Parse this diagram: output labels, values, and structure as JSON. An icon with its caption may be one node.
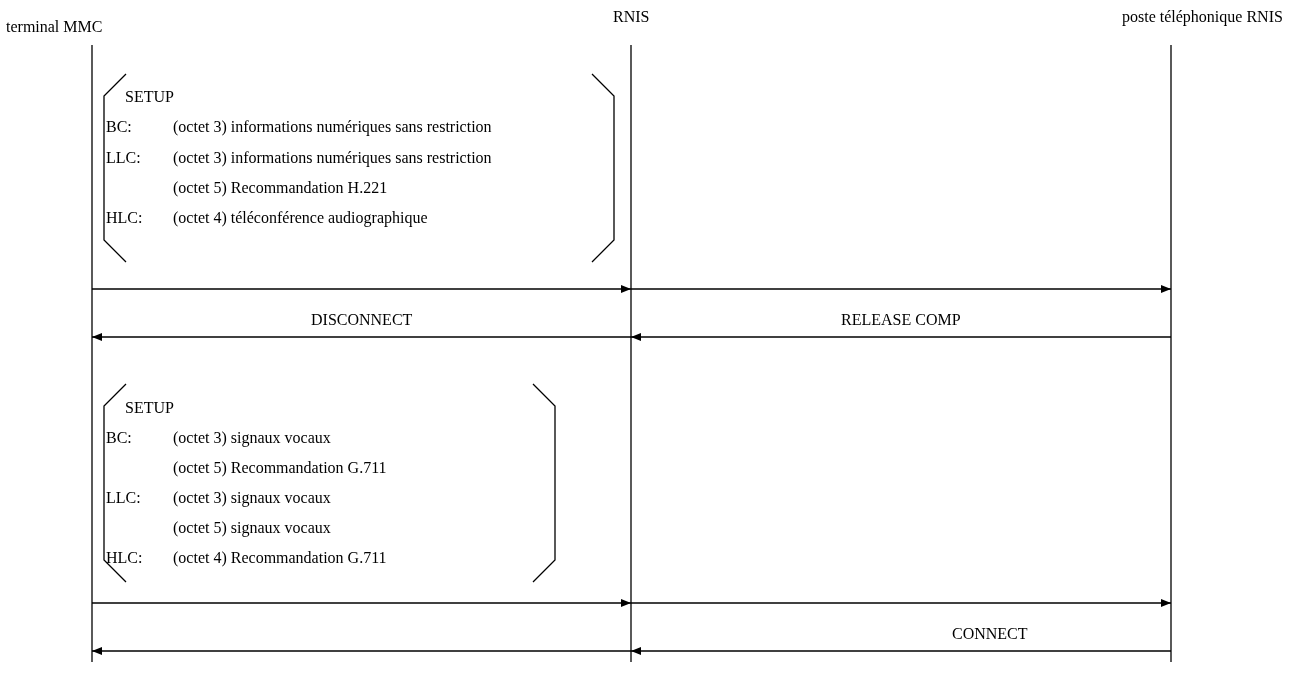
{
  "diagram": {
    "nodes": [
      {
        "text": [
          "terminal MMC"
        ]
      },
      {
        "text": [
          "RNIS"
        ]
      },
      {
        "text": [
          "poste téléphonique RNIS"
        ]
      }
    ],
    "edges": [
      {
        "from": 0,
        "to": 1,
        "arrow": "to"
      },
      {
        "from": 1,
        "to": 2,
        "arrow": "to"
      },
      {
        "from": 1,
        "to": 0,
        "arrow": "to",
        "label": "DISCONNECT"
      },
      {
        "from": 2,
        "to": 1,
        "arrow": "to",
        "label": "RELEASE COMP"
      },
      {
        "from": 0,
        "to": 1,
        "arrow": "to"
      },
      {
        "from": 1,
        "to": 2,
        "arrow": "to"
      },
      {
        "from": 1,
        "to": 0,
        "arrow": "to"
      },
      {
        "from": 2,
        "to": 1,
        "arrow": "to",
        "label": "CONNECT"
      }
    ],
    "labels": [
      "SETUP",
      "BC:",
      "(octet 3) informations numériques sans restriction",
      "LLC:",
      "(octet 3) informations numériques sans restriction",
      "(octet 5) Recommandation H.221",
      "HLC:",
      "(octet 4) téléconférence audiographique",
      "SETUP",
      "BC:",
      "(octet 3) signaux vocaux",
      "(octet 5) Recommandation G.711",
      "LLC:",
      "(octet 3) signaux vocaux",
      "(octet 5) signaux vocaux",
      "HLC:",
      "(octet 4) Recommandation G.711"
    ]
  }
}
